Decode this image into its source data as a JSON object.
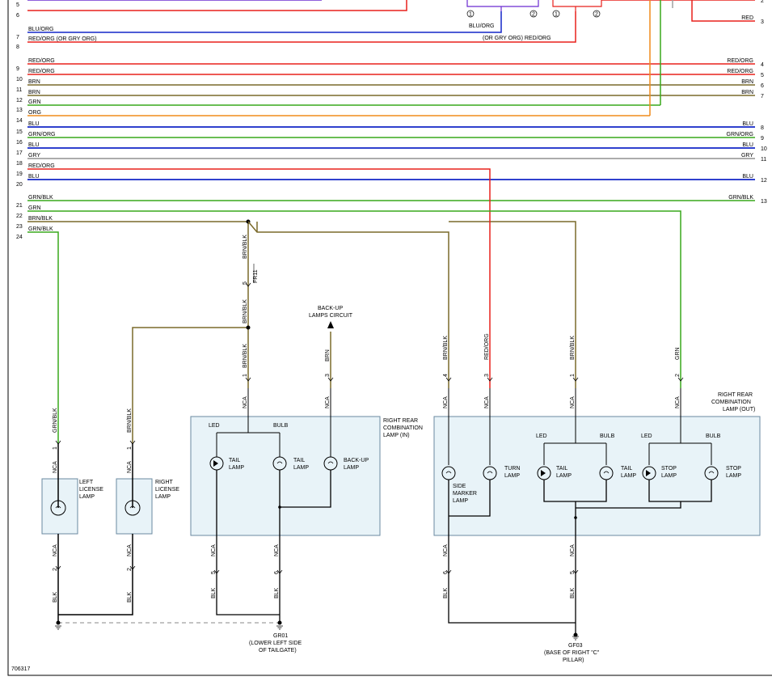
{
  "colors": {
    "RED": "#e8201c",
    "BLU": "#1326c8",
    "BRN": "#7a6a2a",
    "GRN": "#38a81c",
    "ORG": "#f08c1c",
    "GRY": "#a0a0a0",
    "VIO": "#6a2ad0",
    "BLK": "#000000",
    "box_fill": "#e8f3f8",
    "box_stroke": "#6a8aa0",
    "frame": "#000000"
  },
  "figure_id": "706317",
  "top_connector": {
    "pin_a": "1",
    "pin_b": "2",
    "pin_c": "1",
    "pin_d": "2",
    "left_label": "BLU/ORG",
    "right_label": "(OR GRY ORG) RED/ORG"
  },
  "left_wires": [
    {
      "num": "5",
      "label": "RED/ORG",
      "color": "RED"
    },
    {
      "num": "6",
      "label": "",
      "color": "RED"
    },
    {
      "num": "7",
      "label": "BLU/ORG",
      "color": "BLU"
    },
    {
      "num": "8",
      "label": "RED/ORG (OR GRY ORG)",
      "color": "RED"
    },
    {
      "num": "9",
      "label": "RED/ORG",
      "color": "RED"
    },
    {
      "num": "10",
      "label": "RED/ORG",
      "color": "RED"
    },
    {
      "num": "11",
      "label": "BRN",
      "color": "BRN"
    },
    {
      "num": "12",
      "label": "BRN",
      "color": "BRN"
    },
    {
      "num": "13",
      "label": "GRN",
      "color": "GRN"
    },
    {
      "num": "14",
      "label": "ORG",
      "color": "ORG"
    },
    {
      "num": "15",
      "label": "BLU",
      "color": "BLU"
    },
    {
      "num": "16",
      "label": "GRN/ORG",
      "color": "GRN"
    },
    {
      "num": "17",
      "label": "BLU",
      "color": "BLU"
    },
    {
      "num": "18",
      "label": "GRY",
      "color": "GRY"
    },
    {
      "num": "19",
      "label": "RED/ORG",
      "color": "RED"
    },
    {
      "num": "20",
      "label": "BLU",
      "color": "BLU"
    },
    {
      "num": "21",
      "label": "GRN/BLK",
      "color": "GRN"
    },
    {
      "num": "22",
      "label": "GRN",
      "color": "GRN"
    },
    {
      "num": "23",
      "label": "BRN/BLK",
      "color": "BRN"
    },
    {
      "num": "24",
      "label": "GRN/BLK",
      "color": "GRN"
    }
  ],
  "right_wires": [
    {
      "num": "2",
      "label": "",
      "color": "RED"
    },
    {
      "num": "3",
      "label": "RED",
      "color": "RED"
    },
    {
      "num": "4",
      "label": "RED/ORG",
      "color": "RED"
    },
    {
      "num": "5",
      "label": "RED/ORG",
      "color": "RED"
    },
    {
      "num": "6",
      "label": "BRN",
      "color": "BRN"
    },
    {
      "num": "7",
      "label": "BRN",
      "color": "BRN"
    },
    {
      "num": "8",
      "label": "BLU",
      "color": "BLU"
    },
    {
      "num": "9",
      "label": "GRN/ORG",
      "color": "GRN"
    },
    {
      "num": "10",
      "label": "BLU",
      "color": "BLU"
    },
    {
      "num": "11",
      "label": "GRY",
      "color": "GRY"
    },
    {
      "num": "12",
      "label": "BLU",
      "color": "BLU"
    },
    {
      "num": "13",
      "label": "GRN/BLK",
      "color": "GRN"
    }
  ],
  "labels": {
    "brn_blk": "BRN/BLK",
    "grn_blk": "GRN/BLK",
    "brn": "BRN",
    "red_org": "RED/ORG",
    "grn": "GRN",
    "nca": "NCA",
    "blk": "BLK",
    "fr11": "FR11",
    "pin1": "1",
    "pin2": "2",
    "pin3": "3",
    "pin4": "4",
    "pin5": "5",
    "pin6": "6",
    "backup_circuit_1": "BACK-UP",
    "backup_circuit_2": "LAMPS CIRCUIT",
    "rrcl_in_1": "RIGHT REAR",
    "rrcl_in_2": "COMBINATION",
    "rrcl_in_3": "LAMP (IN)",
    "rrcl_out_1": "RIGHT REAR",
    "rrcl_out_2": "COMBINATION",
    "rrcl_out_3": "LAMP (OUT)",
    "led": "LED",
    "bulb": "BULB",
    "tail_1": "TAIL",
    "tail_2": "LAMP",
    "backup_1": "BACK-UP",
    "backup_2": "LAMP",
    "turn_1": "TURN",
    "turn_2": "LAMP",
    "stop_1": "STOP",
    "stop_2": "LAMP",
    "side_1": "SIDE",
    "side_2": "MARKER",
    "side_3": "LAMP",
    "left_license_1": "LEFT",
    "left_license_2": "LICENSE",
    "left_license_3": "LAMP",
    "right_license_1": "RIGHT",
    "right_license_2": "LICENSE",
    "right_license_3": "LAMP",
    "gr01_1": "GR01",
    "gr01_2": "(LOWER LEFT SIDE",
    "gr01_3": "OF TAILGATE)",
    "gf03_1": "GF03",
    "gf03_2": "(BASE OF RIGHT \"C\"",
    "gf03_3": "PILLAR)"
  }
}
